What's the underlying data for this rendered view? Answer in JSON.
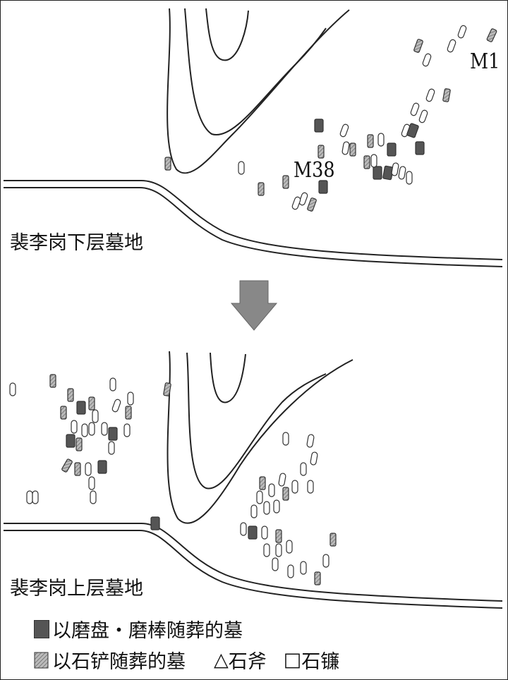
{
  "panels": {
    "lower": {
      "title": "裴李岗下层墓地",
      "labels": [
        "M1",
        "M38"
      ]
    },
    "upper": {
      "title": "裴李岗上层墓地"
    }
  },
  "legend": {
    "grinding": "以磨盘・磨棒随葬的墓",
    "spade": "以石铲随葬的墓",
    "axe": "石斧",
    "sickle": "石镰"
  },
  "colors": {
    "grinding": "#555555",
    "spade": "#aaaaaa",
    "outline": "#222222",
    "arrow": "#888888"
  }
}
